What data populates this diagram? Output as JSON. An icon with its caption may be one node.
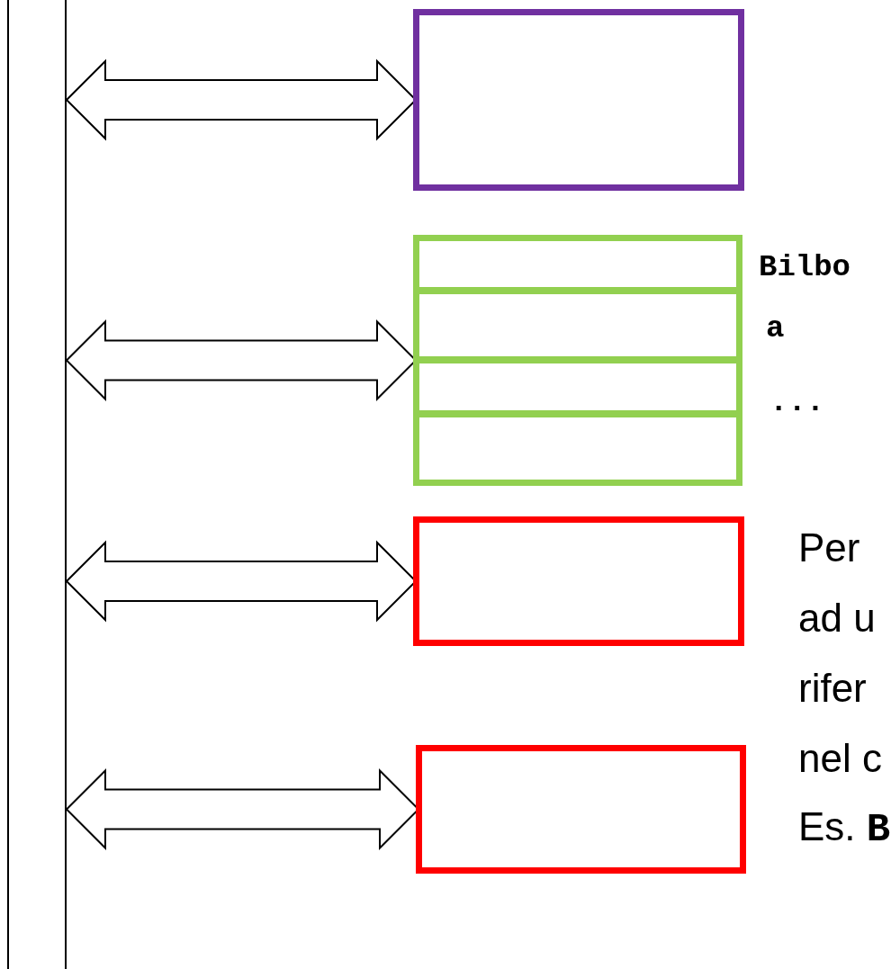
{
  "diagram": {
    "nodes": [
      {
        "text": [],
        "shape": "bar"
      },
      {
        "text": [],
        "shape": "box"
      },
      {
        "text": [],
        "shape": "box"
      },
      {
        "text": [],
        "shape": "box",
        "in": 2,
        "beside": [
          "Bilbo"
        ]
      },
      {
        "text": [],
        "shape": "box",
        "in": 2,
        "beside": [
          "a"
        ]
      },
      {
        "text": [],
        "shape": "box",
        "in": 2,
        "beside": [
          "..."
        ]
      },
      {
        "text": [],
        "shape": "box",
        "in": 2
      },
      {
        "text": [],
        "shape": "box"
      },
      {
        "text": [],
        "shape": "box"
      }
    ],
    "edges": [
      {
        "from": 0,
        "to": 1,
        "arrow": "both"
      },
      {
        "from": 0,
        "to": 2,
        "arrow": "both"
      },
      {
        "from": 0,
        "to": 7,
        "arrow": "both"
      },
      {
        "from": 0,
        "to": 8,
        "arrow": "both"
      }
    ],
    "labels": [
      "Per ad u rifer nel c",
      "Es. **B**"
    ]
  }
}
